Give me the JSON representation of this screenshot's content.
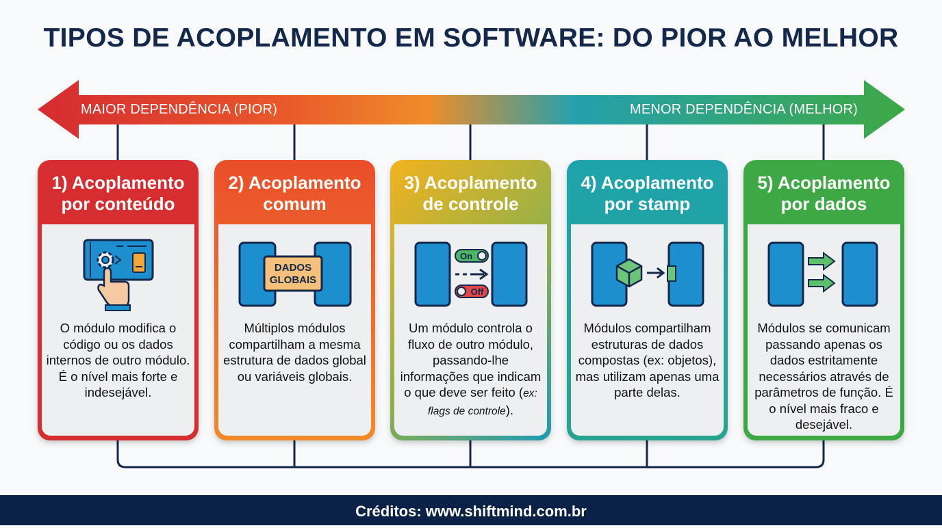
{
  "title": "TIPOS DE ACOPLAMENTO EM SOFTWARE: DO PIOR AO MELHOR",
  "scale": {
    "left_label": "MAIOR DEPENDÊNCIA (PIOR)",
    "right_label": "MENOR DEPENDÊNCIA (MELHOR)",
    "colors": [
      "#d62e30",
      "#ea5a2a",
      "#f0892a",
      "#1fa3ab",
      "#3ea844"
    ]
  },
  "cards": [
    {
      "title_line1": "1) Acoplamento",
      "title_line2": "por conteúdo",
      "icon": "hand-pressing-gear-icon",
      "description": "O módulo modifica o código ou os dados internos de outro módulo. É o nível mais forte e indesejável."
    },
    {
      "title_line1": "2) Acoplamento",
      "title_line2": "comum",
      "icon": "global-data-icon",
      "icon_text_line1": "DADOS",
      "icon_text_line2": "GLOBAIS",
      "description": "Múltiplos módulos compartilham a mesma estrutura de dados global ou variáveis globais."
    },
    {
      "title_line1": "3) Acoplamento",
      "title_line2": "de controle",
      "icon": "control-flags-icon",
      "icon_on": "On",
      "icon_off": "Off",
      "description": "Um módulo controla o fluxo de outro módulo, passando-lhe informações que indicam o que deve ser feito",
      "description_note": "ex: flags de controle"
    },
    {
      "title_line1": "4) Acoplamento",
      "title_line2": "por stamp",
      "icon": "cube-transfer-icon",
      "description": "Módulos compartilham estruturas de dados compostas (ex: objetos), mas utilizam apenas uma parte delas."
    },
    {
      "title_line1": "5) Acoplamento",
      "title_line2": "por dados",
      "icon": "data-arrows-icon",
      "description": "Módulos se comunicam passando apenas os dados estritamente necessários através de parâmetros de função. É o nível mais fraco e desejável."
    }
  ],
  "footer": "Créditos: www.shiftmind.com.br"
}
